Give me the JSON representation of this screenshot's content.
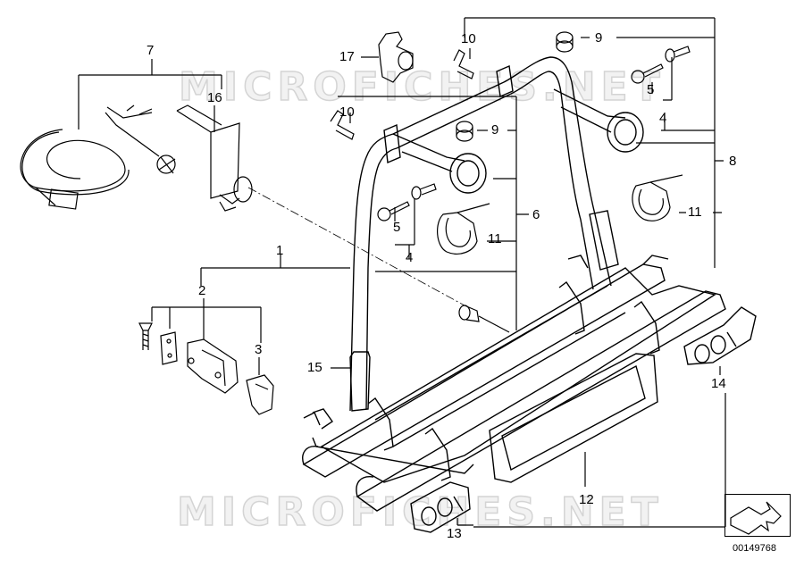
{
  "watermark": {
    "text_top": "MICROFICHES.NET",
    "text_bottom": "MICROFICHES.NET"
  },
  "reference_number": "00149768",
  "callouts": {
    "c1": "1",
    "c2": "2",
    "c3": "3",
    "c4a": "4",
    "c4b": "4",
    "c5a": "5",
    "c5b": "5",
    "c6": "6",
    "c7": "7",
    "c8": "8",
    "c9a": "9",
    "c9b": "9",
    "c10a": "10",
    "c10b": "10",
    "c11a": "11",
    "c11b": "11",
    "c12": "12",
    "c13": "13",
    "c14": "14",
    "c15": "15",
    "c16": "16",
    "c17": "17"
  }
}
